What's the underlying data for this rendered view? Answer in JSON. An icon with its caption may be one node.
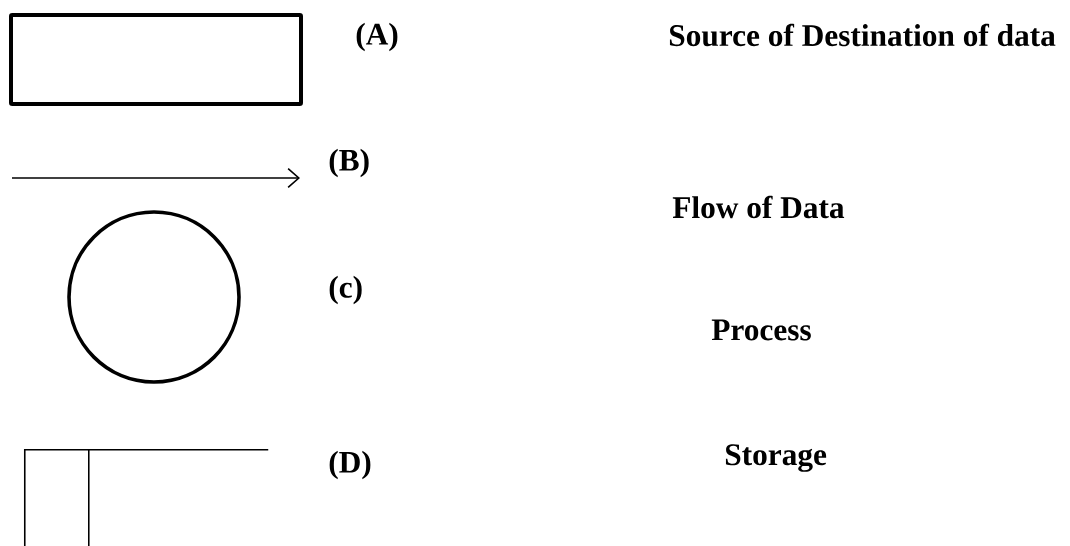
{
  "diagram": {
    "nodes": [
      {
        "text": [],
        "shape": "box"
      },
      {
        "text": [],
        "shape": "circle"
      },
      {
        "text": [],
        "shape": "storage"
      }
    ],
    "labels": [
      "(A)",
      "Source of Destination of data",
      "(B)",
      "Flow of Data",
      "(c)",
      "Process",
      "(D)",
      "Storage"
    ]
  }
}
